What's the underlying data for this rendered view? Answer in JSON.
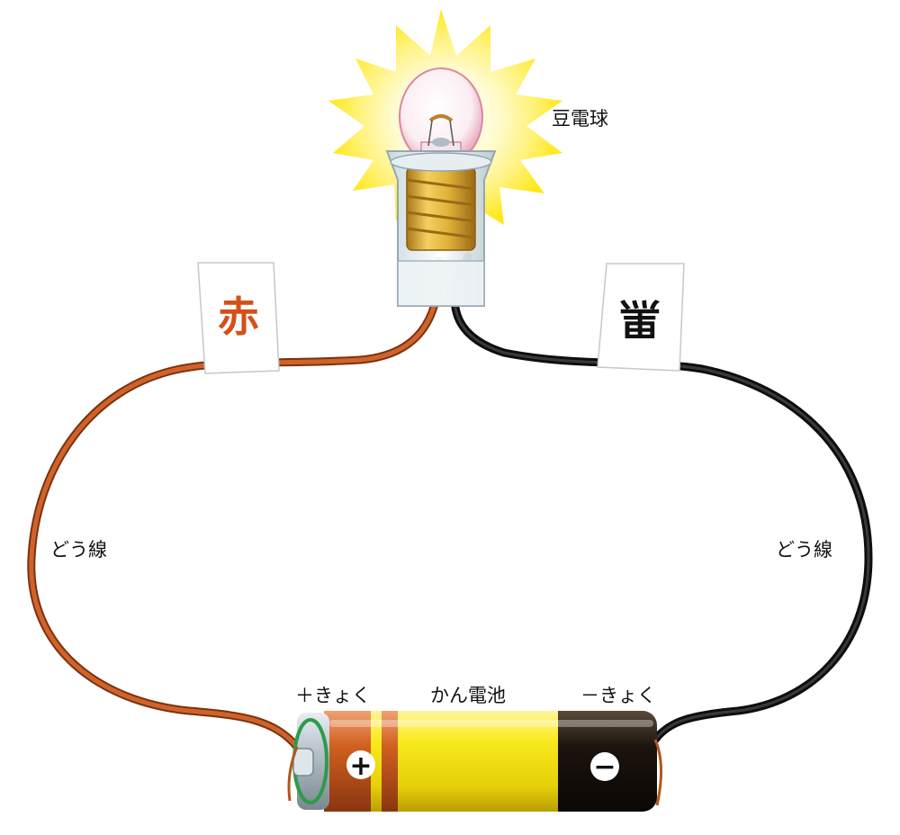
{
  "labels": {
    "bulb": "豆電球",
    "wire_left": "どう線",
    "wire_right": "どう線",
    "plus_terminal": "＋きょく",
    "battery": "かん電池",
    "minus_terminal": "－きょく"
  },
  "tags": {
    "red": "赤",
    "black": "黒"
  },
  "battery_marks": {
    "plus": "+",
    "minus": "−"
  },
  "colors": {
    "red_wire": "#c9581d",
    "black_wire": "#1e1e1e",
    "red_tag_text": "#d4501a",
    "black_tag_text": "#111111",
    "glow": "#ffe81a",
    "battery_yellow": "#f6e610",
    "battery_orange": "#cc5a1e",
    "battery_black": "#1a120c",
    "socket_gold": "#d4a52a"
  }
}
